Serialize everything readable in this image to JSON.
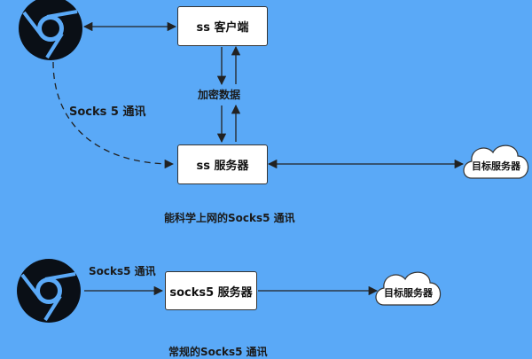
{
  "top_diagram": {
    "client_box": "ss 客户端",
    "server_box": "ss 服务器",
    "encrypted_label": "加密数据",
    "socks_label": "Socks 5 通讯",
    "target_label": "目标服务器",
    "caption": "能科学上网的Socks5 通讯"
  },
  "bottom_diagram": {
    "socks_label": "Socks5 通讯",
    "server_box": "socks5 服务器",
    "target_label": "目标服务器",
    "caption": "常规的Socks5 通讯"
  },
  "colors": {
    "background": "#5aa9f7",
    "icon": "#0a0f16",
    "box": "#ffffff",
    "line": "#222222"
  },
  "icons": [
    "chrome-icon",
    "cloud-icon"
  ]
}
